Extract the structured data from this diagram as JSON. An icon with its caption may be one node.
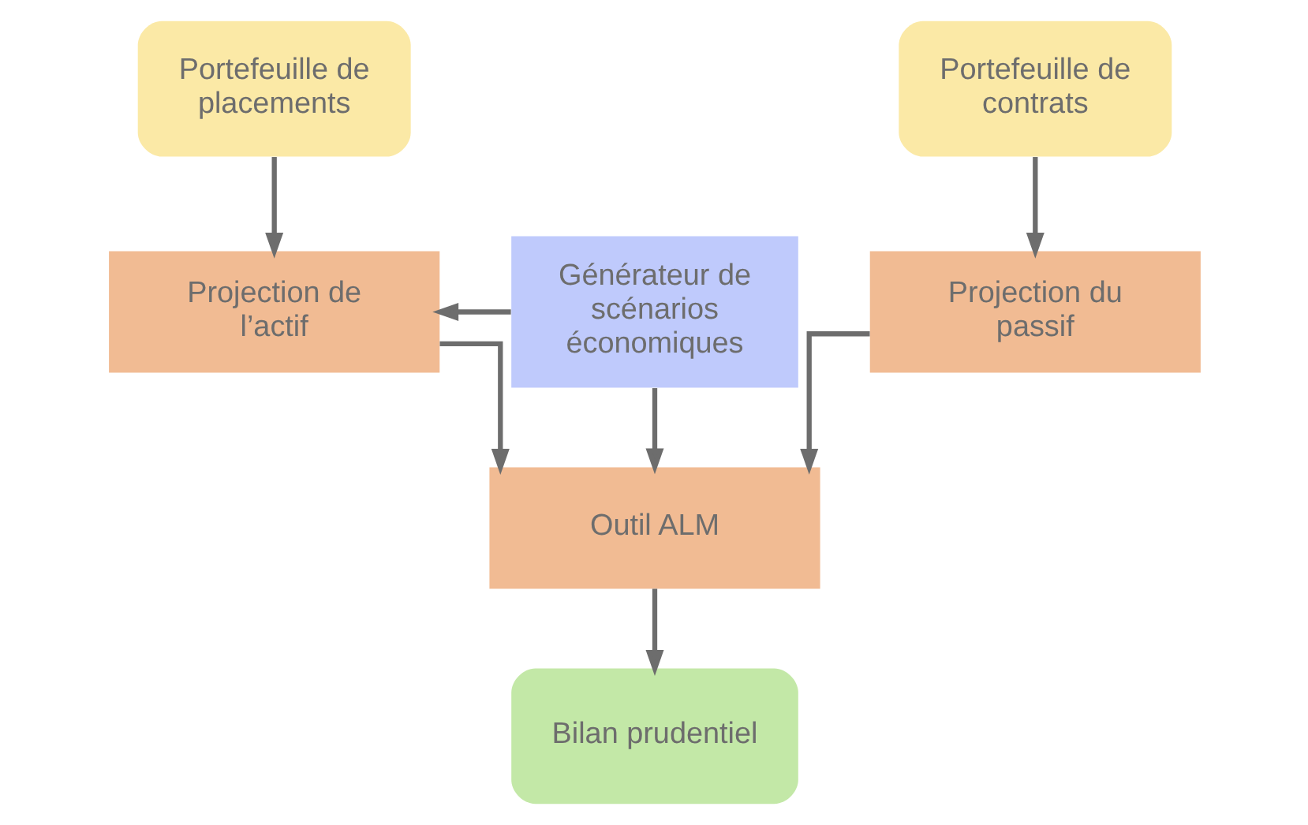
{
  "diagram": {
    "nodes": [
      {
        "text": [
          "Portefeuille de placements"
        ]
      },
      {
        "text": [
          "Portefeuille de contrats"
        ]
      },
      {
        "text": [
          "Projection de l’actif"
        ]
      },
      {
        "text": [
          "Générateur de scénarios économiques"
        ]
      },
      {
        "text": [
          "Projection du passif"
        ]
      },
      {
        "text": [
          "Outil ALM"
        ]
      },
      {
        "text": [
          "Bilan prudentiel"
        ]
      }
    ],
    "edges": [
      {
        "from": 0,
        "to": 2,
        "arrow": "to"
      },
      {
        "from": 1,
        "to": 4,
        "arrow": "to"
      },
      {
        "from": 3,
        "to": 2,
        "arrow": "to"
      },
      {
        "from": 3,
        "to": 5,
        "arrow": "to"
      },
      {
        "from": 2,
        "to": 5,
        "arrow": "to"
      },
      {
        "from": 4,
        "to": 5,
        "arrow": "to"
      },
      {
        "from": 5,
        "to": 6,
        "arrow": "to"
      }
    ]
  }
}
